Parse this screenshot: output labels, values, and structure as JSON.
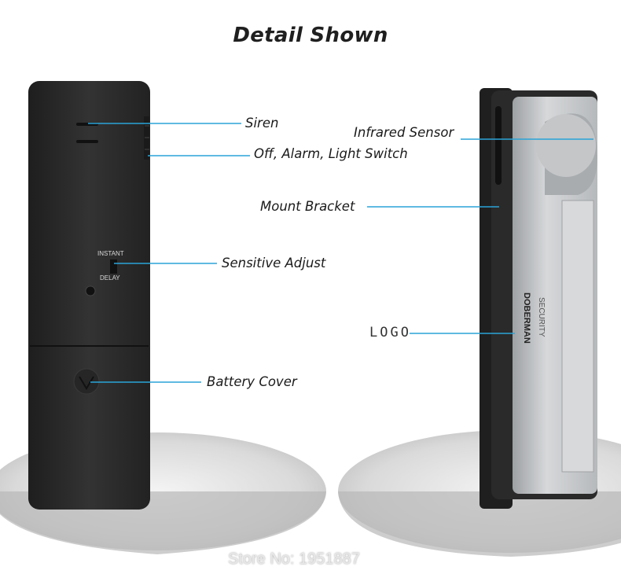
{
  "title": "Detail Shown",
  "left_device": {
    "switch_top": "INSTANT",
    "switch_bottom": "DELAY"
  },
  "right_device": {
    "brand": "DOBERMAN",
    "brand_sub": "SECURITY"
  },
  "callouts": {
    "siren": "Siren",
    "switch": "Off, Alarm, Light Switch",
    "sensitive": "Sensitive Adjust",
    "battery": "Battery Cover",
    "infrared": "Infrared Sensor",
    "bracket": "Mount Bracket",
    "logo": "LOGO"
  },
  "watermark": "Store No: 1951887",
  "colors": {
    "callout_line": "#2aa4d8",
    "device_body": "#2b2b2b",
    "sensor_silver": "#c9cbcd"
  }
}
